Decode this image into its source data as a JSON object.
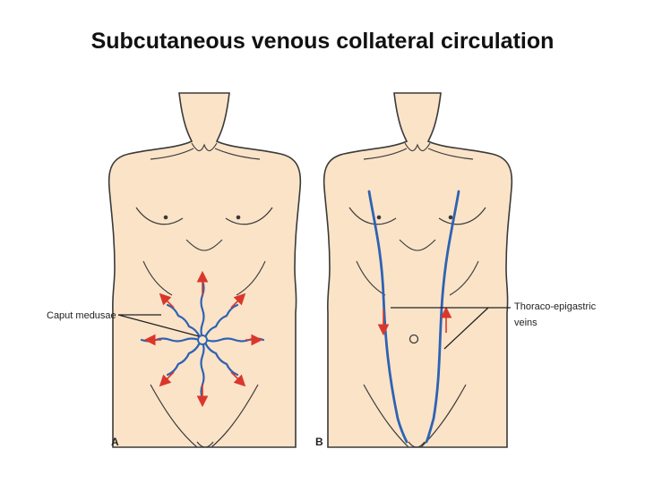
{
  "slide": {
    "title": "Subcutaneous venous collateral circulation"
  },
  "figure": {
    "panels": [
      {
        "letter": "A",
        "label": "Caput medusae"
      },
      {
        "letter": "B",
        "label_line1": "Thoraco-epigastric",
        "label_line2": "veins"
      }
    ],
    "colors": {
      "skin": "#fbe3c8",
      "outline": "#3a3a3a",
      "vein": "#2d63b3",
      "arrow": "#d9372c",
      "leader": "#222222"
    }
  }
}
